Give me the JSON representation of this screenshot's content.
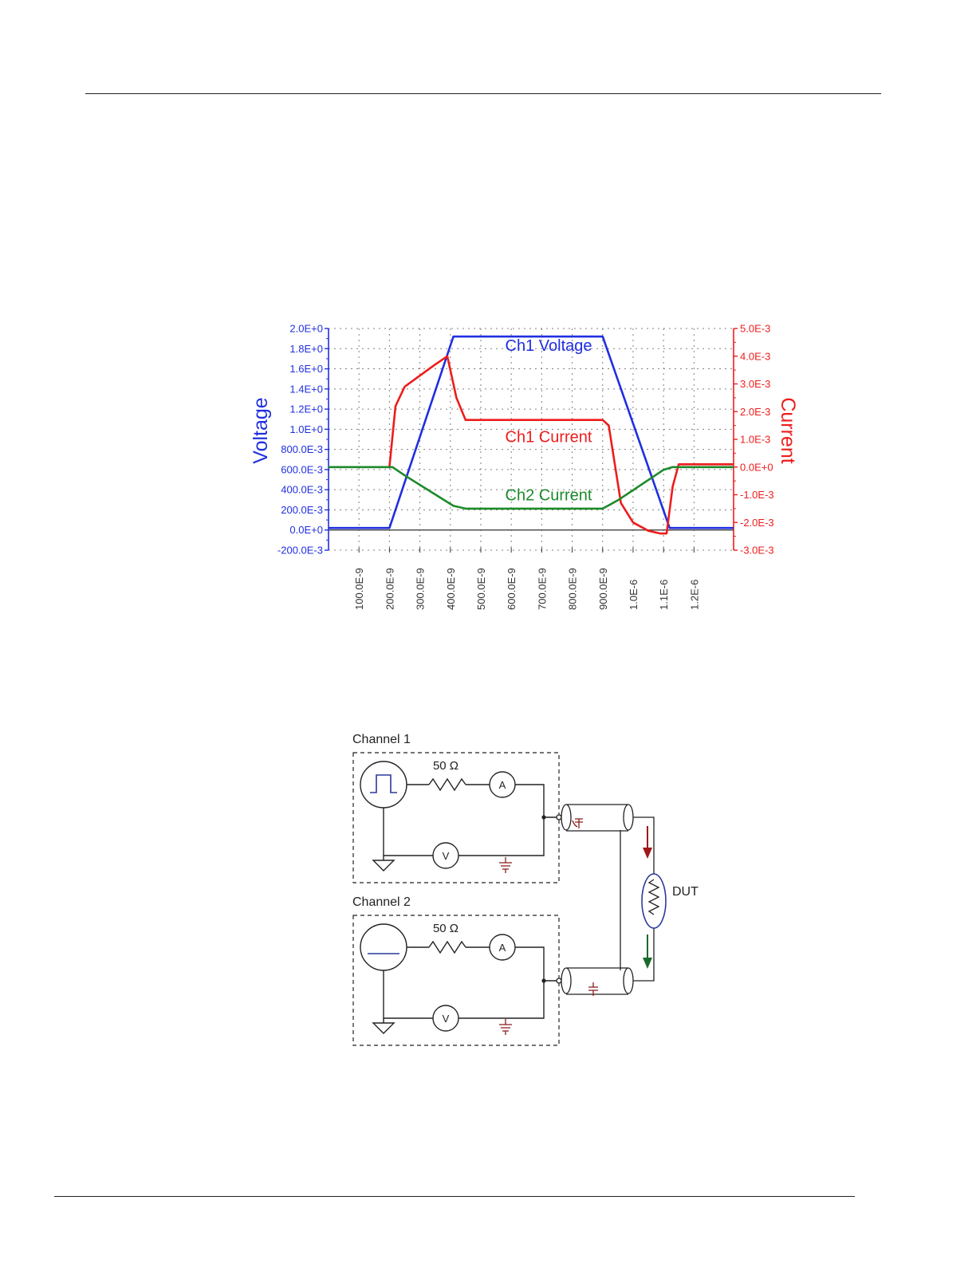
{
  "chart_data": {
    "type": "line",
    "colors": {
      "voltage": "#1f2fe0",
      "ch1_current": "#ee1c1c",
      "ch2_current": "#1c8a2a",
      "grid": "#808080"
    },
    "left_axis": {
      "label": "Voltage",
      "ticks": [
        "2.0E+0",
        "1.8E+0",
        "1.6E+0",
        "1.4E+0",
        "1.2E+0",
        "1.0E+0",
        "800.0E-3",
        "600.0E-3",
        "400.0E-3",
        "200.0E-3",
        "0.0E+0",
        "-200.0E-3"
      ],
      "range": [
        -0.2,
        2.0
      ]
    },
    "right_axis": {
      "label": "Current",
      "ticks": [
        "5.0E-3",
        "4.0E-3",
        "3.0E-3",
        "2.0E-3",
        "1.0E-3",
        "0.0E+0",
        "-1.0E-3",
        "-2.0E-3",
        "-3.0E-3"
      ],
      "range": [
        -0.003,
        0.005
      ]
    },
    "x_axis": {
      "ticks": [
        "100.0E-9",
        "200.0E-9",
        "300.0E-9",
        "400.0E-9",
        "500.0E-9",
        "600.0E-9",
        "700.0E-9",
        "800.0E-9",
        "900.0E-9",
        "1.0E-6",
        "1.1E-6",
        "1.2E-6"
      ],
      "range": [
        0,
        1.33e-06
      ]
    },
    "grid": true,
    "series": [
      {
        "name": "Ch1 Voltage",
        "axis": "left",
        "x": [
          0,
          2e-07,
          4.1e-07,
          9e-07,
          1.12e-06,
          1.33e-06
        ],
        "y": [
          0.02,
          0.02,
          1.92,
          1.92,
          0.02,
          0.02
        ]
      },
      {
        "name": "Ch1 Current",
        "axis": "right",
        "x": [
          2e-07,
          2.2e-07,
          2.5e-07,
          3e-07,
          3.5e-07,
          3.9e-07,
          4.2e-07,
          4.5e-07,
          9e-07,
          9.2e-07,
          9.6e-07,
          1e-06,
          1.05e-06,
          1.09e-06,
          1.11e-06,
          1.13e-06,
          1.15e-06,
          1.33e-06
        ],
        "y": [
          0.0,
          0.0022,
          0.0029,
          0.0033,
          0.0037,
          0.004,
          0.0025,
          0.0017,
          0.0017,
          0.0015,
          -0.0013,
          -0.002,
          -0.0023,
          -0.0024,
          -0.0024,
          -0.0007,
          0.0001,
          0.0001
        ]
      },
      {
        "name": "Ch2 Current",
        "axis": "right",
        "x": [
          0,
          2.1e-07,
          2.5e-07,
          4.1e-07,
          4.5e-07,
          9e-07,
          9.5e-07,
          1.1e-06,
          1.13e-06,
          1.33e-06
        ],
        "y": [
          0.0,
          0.0,
          -0.0003,
          -0.0014,
          -0.0015,
          -0.0015,
          -0.0012,
          -0.0001,
          0.0,
          0.0
        ]
      }
    ]
  },
  "circuit": {
    "channel1_label": "Channel 1",
    "channel2_label": "Channel 2",
    "resistor1_label": "50 Ω",
    "resistor2_label": "50 Ω",
    "ammeter_symbol": "A",
    "voltmeter_symbol": "V",
    "dut_label": "DUT",
    "colors": {
      "source": "#2a3a9a",
      "ground_chassis": "#8b1a1a",
      "arrow_red": "#a01818",
      "arrow_green": "#1a6b2a",
      "dut_outline": "#2a3a9a"
    }
  }
}
